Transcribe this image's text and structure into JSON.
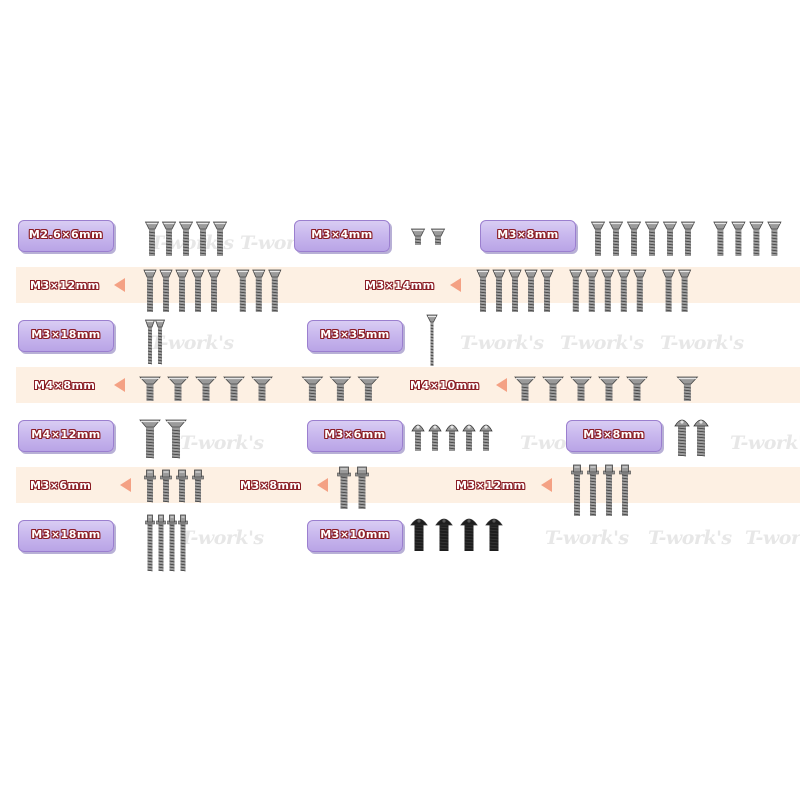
{
  "watermark": "T-work's",
  "colors": {
    "band": "#fdf0e3",
    "label_fill": "#c9b8ee",
    "label_border": "#9b7fcf",
    "label_text_outline": "#8a1d24",
    "arrow": "#f4a184",
    "screw_silver": "#9a9a9a",
    "screw_black": "#1e1e1e"
  },
  "rows": [
    {
      "labels": [
        "M2.6×6mm",
        "M3×4mm",
        "M3×8mm"
      ]
    },
    {
      "labels": [
        "M3×12mm",
        "M3×14mm"
      ]
    },
    {
      "labels": [
        "M3×18mm",
        "M3×35mm"
      ]
    },
    {
      "labels": [
        "M4×8mm",
        "M4×10mm"
      ]
    },
    {
      "labels": [
        "M4×12mm",
        "M3×6mm",
        "M3×8mm"
      ]
    },
    {
      "labels": [
        "M3×6mm",
        "M3×8mm",
        "M3×12mm"
      ]
    },
    {
      "labels": [
        "M3×18mm",
        "M3×10mm"
      ]
    }
  ],
  "screw_groups": [
    {
      "name": "M2.6×6mm",
      "count": 5,
      "head": "flat",
      "finish": "silver"
    },
    {
      "name": "M3×4mm",
      "count": 2,
      "head": "flat",
      "finish": "silver"
    },
    {
      "name": "M3×8mm",
      "count": 10,
      "head": "flat",
      "finish": "silver"
    },
    {
      "name": "M3×12mm",
      "count": 8,
      "head": "flat",
      "finish": "silver"
    },
    {
      "name": "M3×14mm",
      "count": 12,
      "head": "flat",
      "finish": "silver"
    },
    {
      "name": "M3×18mm",
      "count": 2,
      "head": "flat",
      "finish": "silver"
    },
    {
      "name": "M3×35mm",
      "count": 1,
      "head": "flat",
      "finish": "silver"
    },
    {
      "name": "M4×8mm",
      "count": 8,
      "head": "flat",
      "finish": "silver"
    },
    {
      "name": "M4×10mm",
      "count": 6,
      "head": "flat",
      "finish": "silver"
    },
    {
      "name": "M4×12mm",
      "count": 2,
      "head": "flat",
      "finish": "silver"
    },
    {
      "name": "M3×6mm",
      "count": 5,
      "head": "button",
      "finish": "silver"
    },
    {
      "name": "M3×8mm",
      "count": 2,
      "head": "button",
      "finish": "silver"
    },
    {
      "name": "M3×6mm",
      "count": 4,
      "head": "flanged",
      "finish": "silver"
    },
    {
      "name": "M3×8mm",
      "count": 2,
      "head": "flanged",
      "finish": "silver"
    },
    {
      "name": "M3×12mm",
      "count": 4,
      "head": "flanged",
      "finish": "silver"
    },
    {
      "name": "M3×18mm",
      "count": 4,
      "head": "flanged",
      "finish": "silver"
    },
    {
      "name": "M3×10mm",
      "count": 4,
      "head": "button",
      "finish": "black"
    }
  ]
}
